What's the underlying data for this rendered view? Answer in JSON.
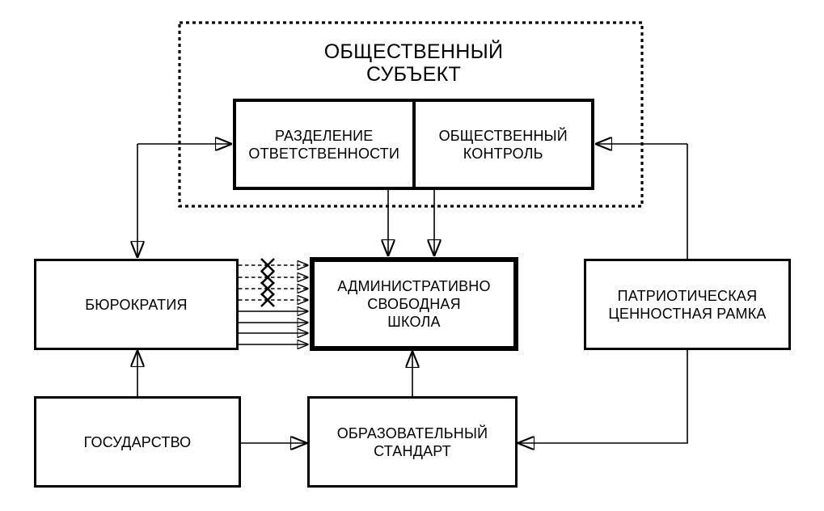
{
  "diagram": {
    "background_color": "#ffffff",
    "line_color": "#000000",
    "public_subject": {
      "label": "ОБЩЕСТВЕННЫЙ\nСУБЪЕКТ",
      "children": {
        "responsibility": {
          "label": "РАЗДЕЛЕНИЕ\nОТВЕТСТВЕННОСТИ"
        },
        "control": {
          "label": "ОБЩЕСТВЕННЫЙ\nКОНТРОЛЬ"
        }
      }
    },
    "nodes": {
      "bureaucracy": {
        "label": "БЮРОКРАТИЯ"
      },
      "school": {
        "label": "АДМИНИСТРАТИВНО\nСВОБОДНАЯ\nШКОЛА"
      },
      "patriotic_frame": {
        "label": "ПАТРИОТИЧЕСКАЯ\nЦЕННОСТНАЯ РАМКА"
      },
      "state": {
        "label": "ГОСУДАРСТВО"
      },
      "edu_standard": {
        "label": "ОБРАЗОВАТЕЛЬНЫЙ\nСТАНДАРТ"
      }
    },
    "edges": [
      {
        "from": "bureaucracy",
        "to": "responsibility",
        "style": "solid",
        "bidirectional": true
      },
      {
        "from": "patriotic_frame",
        "to": "control",
        "style": "solid"
      },
      {
        "from": "responsibility",
        "to": "school",
        "style": "solid"
      },
      {
        "from": "control",
        "to": "school",
        "style": "solid"
      },
      {
        "from": "bureaucracy",
        "to": "school",
        "style": "dashed-crossed-out",
        "count": 4
      },
      {
        "from": "bureaucracy",
        "to": "school",
        "style": "solid",
        "count": 4
      },
      {
        "from": "state",
        "to": "bureaucracy",
        "style": "solid"
      },
      {
        "from": "state",
        "to": "edu_standard",
        "style": "solid"
      },
      {
        "from": "edu_standard",
        "to": "school",
        "style": "solid"
      },
      {
        "from": "patriotic_frame",
        "to": "edu_standard",
        "style": "solid"
      }
    ]
  }
}
